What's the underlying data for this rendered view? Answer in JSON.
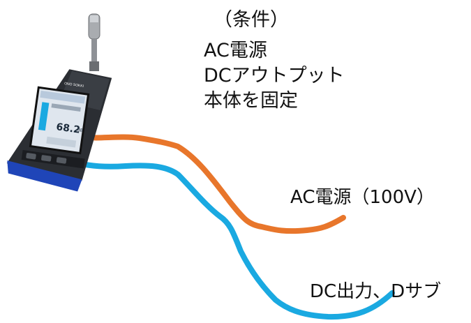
{
  "conditions": {
    "heading": "（条件）",
    "items": [
      "AC電源",
      "DCアウトプット",
      "本体を固定"
    ]
  },
  "cables": {
    "ac_label": "AC電源（100V）",
    "dc_label": "DC出力、Dサブ",
    "ac_color": "#E8762B",
    "dc_color": "#1AA9E1"
  },
  "device": {
    "brand": "ONO SOKKI",
    "reading": "68.2",
    "unit": "dB"
  }
}
